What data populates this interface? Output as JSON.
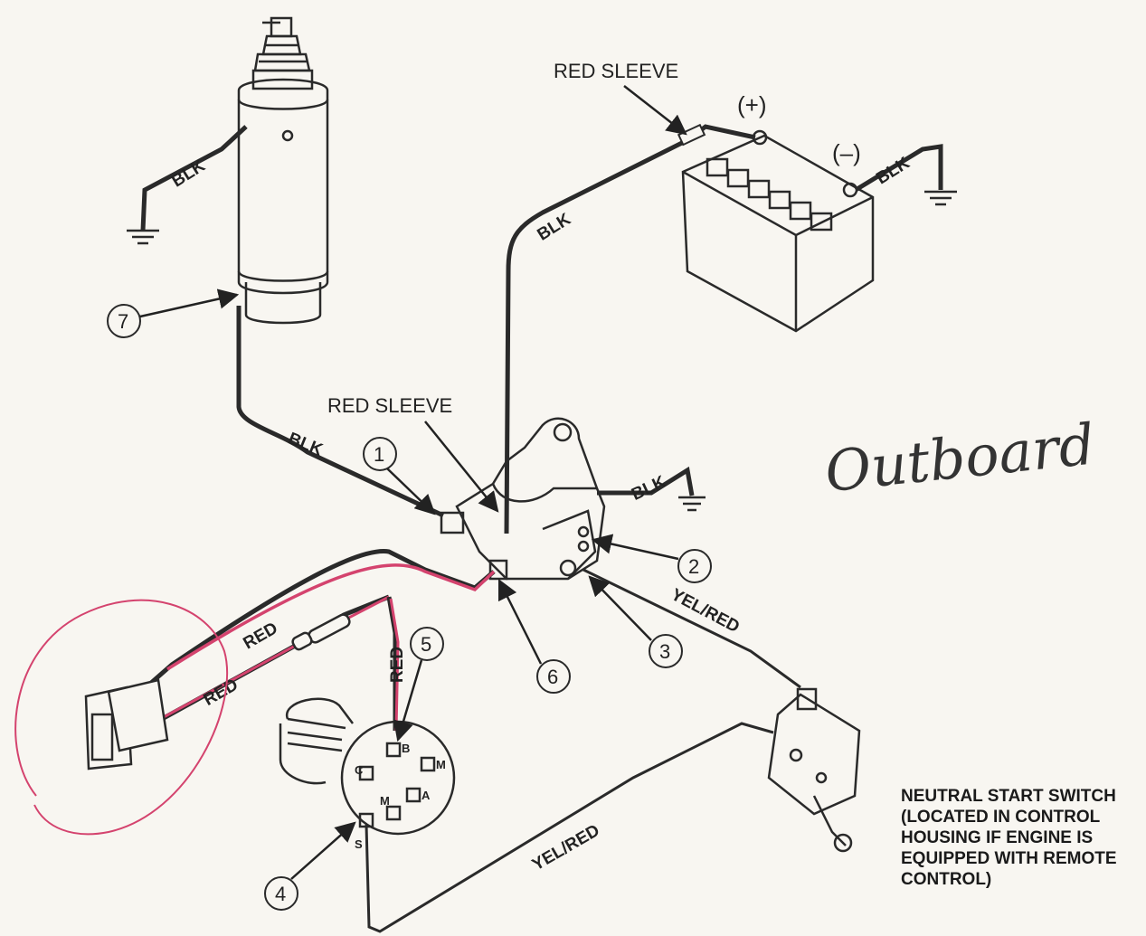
{
  "labels": {
    "red_sleeve_top": "RED SLEEVE",
    "red_sleeve_mid": "RED SLEEVE",
    "battery_pos": "(+)",
    "battery_neg": "(–)",
    "outboard": "Outboard"
  },
  "wire_labels": {
    "blk_starter": "BLK",
    "blk_starter_lower": "BLK",
    "blk_battery_pos": "BLK",
    "blk_battery_neg": "BLK",
    "blk_solenoid_ground": "BLK",
    "red_upper": "RED",
    "red_lower": "RED",
    "red_switch": "RED",
    "yel_red_upper": "YEL/RED",
    "yel_red_lower": "YEL/RED"
  },
  "callouts": [
    "1",
    "2",
    "3",
    "4",
    "5",
    "6",
    "7"
  ],
  "switch_pins": {
    "b": "B",
    "m_upper": "M",
    "c": "C",
    "a": "A",
    "m_lower": "M",
    "s": "S"
  },
  "note": {
    "lines": [
      "NEUTRAL START SWITCH",
      "(LOCATED IN CONTROL",
      "HOUSING IF ENGINE IS",
      "EQUIPPED WITH REMOTE",
      "CONTROL)"
    ]
  },
  "colors": {
    "ink": "#2a2a2a",
    "annotation_red": "#d4436e"
  }
}
